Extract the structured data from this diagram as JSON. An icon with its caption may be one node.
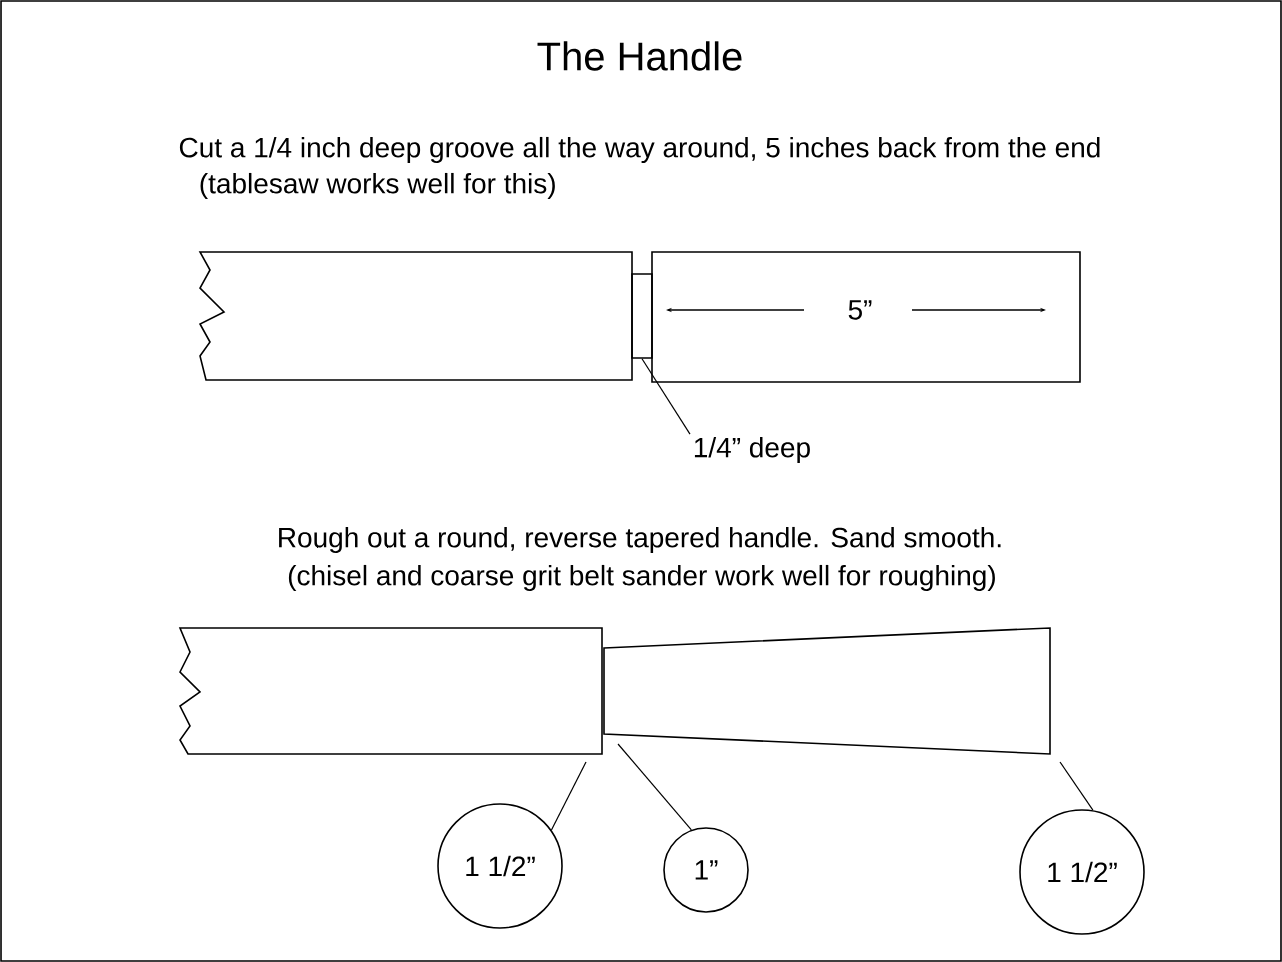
{
  "diagram": {
    "title": "The Handle",
    "nodes": [
      {
        "text": [
          "1/4” deep"
        ]
      },
      {
        "text": [],
        "shape": "box"
      },
      {
        "text": [],
        "shape": "box"
      },
      {
        "text": [],
        "shape": "box"
      },
      {
        "text": [
          "1 1/2”"
        ]
      },
      {
        "text": [
          "1”"
        ]
      },
      {
        "text": [
          "1 1/2”"
        ]
      }
    ],
    "edges": [
      {
        "from": 0,
        "to": 1,
        "arrow": "none"
      },
      {
        "from": 4,
        "to": 2,
        "arrow": "none"
      },
      {
        "from": 5,
        "to": 3,
        "arrow": "none"
      },
      {
        "from": 6,
        "to": 3,
        "arrow": "none"
      }
    ],
    "labels": [
      "Cut a 1/4 inch deep groove all the way around, 5 inches back from the end",
      "(tablesaw works well for this)",
      "5”",
      "Rough out a round, reverse tapered handle. Sand smooth.",
      "(chisel and coarse grit belt sander work well for roughing)"
    ]
  }
}
